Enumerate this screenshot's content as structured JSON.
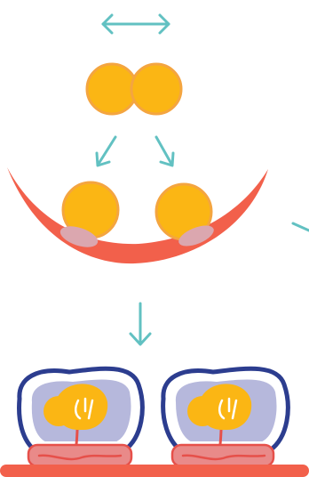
{
  "diagram": {
    "kind": "twin-embryo-development-illustration",
    "stages": [
      {
        "stage": "zygote-dividing",
        "cells": 2
      },
      {
        "stage": "separate-blastocysts-implanting",
        "cells": 2,
        "placentas": 2
      },
      {
        "stage": "fetuses-in-separate-amniotic-sacs",
        "fetuses": 2,
        "placentas": 2
      }
    ],
    "colors": {
      "arrow": "#62c1c2",
      "cell_fill": "#fbb614",
      "cell_stroke": "#f4a540",
      "uterus": "#f2604b",
      "implant": "#dba7af",
      "chorion": "#2c3d8f",
      "amnion_fill": "#b6b8dc",
      "fetus": "#fbb614",
      "placenta_fill": "#e98a89",
      "placenta_stroke": "#e6504a"
    },
    "icons": [
      "double-arrow-icon",
      "arrow-down-left-icon",
      "arrow-down-right-icon",
      "arrow-down-icon",
      "arrow-side-icon"
    ]
  }
}
